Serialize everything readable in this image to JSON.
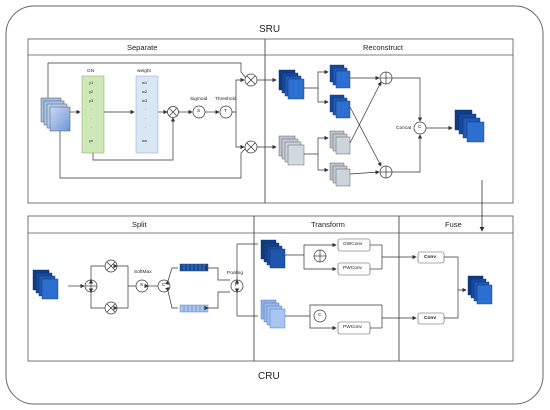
{
  "titles": {
    "top": "SRU",
    "bottom": "CRU"
  },
  "sections": {
    "separate": "Separate",
    "reconstruct": "Reconstruct",
    "split": "Split",
    "transform": "Transform",
    "fuse": "Fuse"
  },
  "separate": {
    "gn_label": "GN",
    "weight_label": "weight",
    "gamma_items": [
      "γ1",
      "γ2",
      "γ3",
      "·",
      "·",
      "·",
      "γn"
    ],
    "weight_items": [
      "w1",
      "w2",
      "w3",
      "·",
      "·",
      "·",
      "wn"
    ],
    "sigmoid": "Sigmoid",
    "threshold": "Threshold",
    "sigmoid_symbol": "S",
    "threshold_symbol": "T"
  },
  "reconstruct": {
    "concat": "Concat",
    "concat_symbol": "C"
  },
  "split": {
    "softmax": "SoftMax",
    "softmax_symbol": "S",
    "concat_symbol": "C"
  },
  "transform": {
    "pooling": "Pooling",
    "pooling_symbol": "P",
    "gwconv": "GWConv",
    "pwconv_top": "PWConv",
    "pwconv_bottom": "PWConv",
    "concat_symbol": "C"
  },
  "fuse": {
    "conv_top": "Conv",
    "conv_bottom": "Conv"
  },
  "colors": {
    "dark_blue": "#1a4fa0",
    "mid_blue": "#2d6fd0",
    "light_blue": "#8fb2e8",
    "gray_block": "#a9b3bf",
    "gn_green": "#cfe8b8",
    "weight_blue": "#d8e6f6",
    "line": "#333333"
  }
}
